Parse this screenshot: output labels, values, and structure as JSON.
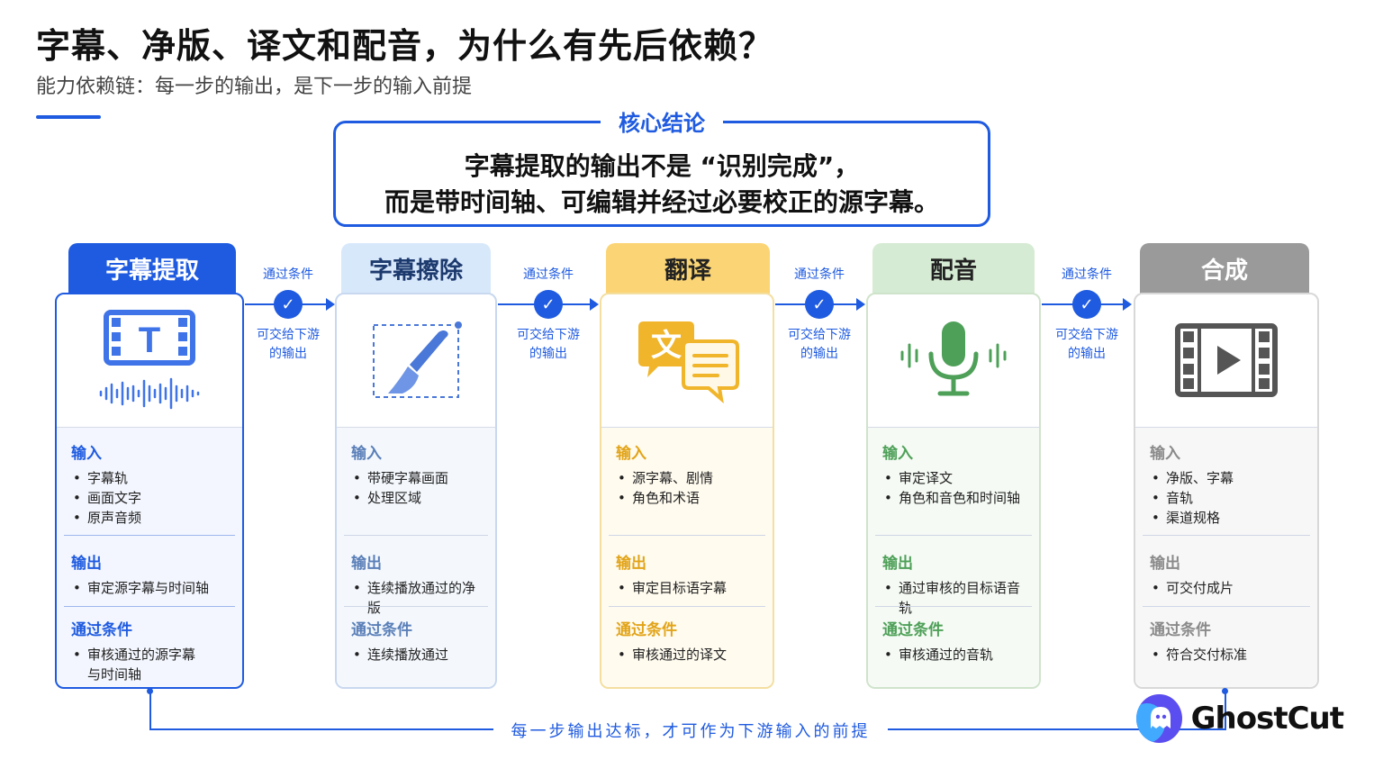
{
  "header": {
    "title": "字幕、净版、译文和配音，为什么有先后依赖？",
    "subtitle": "能力依赖链：每一步的输出，是下一步的输入前提"
  },
  "core": {
    "label": "核心结论",
    "line1": "字幕提取的输出不是 “识别完成”，",
    "line2": "而是带时间轴、可编辑并经过必要校正的源字幕。"
  },
  "stages": [
    {
      "title": "字幕提取",
      "icon": "subtitle-film-icon",
      "input_label": "输入",
      "inputs": [
        "字幕轨",
        "画面文字",
        "原声音频"
      ],
      "output_label": "输出",
      "outputs": [
        "审定源字幕与时间轴"
      ],
      "pass_label": "通过条件",
      "pass": [
        "审核通过的源字幕",
        "与时间轴"
      ]
    },
    {
      "title": "字幕擦除",
      "icon": "brush-erase-icon",
      "input_label": "输入",
      "inputs": [
        "带硬字幕画面",
        "处理区域"
      ],
      "output_label": "输出",
      "outputs": [
        "连续播放通过的净版"
      ],
      "pass_label": "通过条件",
      "pass": [
        "连续播放通过"
      ]
    },
    {
      "title": "翻译",
      "icon": "translate-chat-icon",
      "input_label": "输入",
      "inputs": [
        "源字幕、剧情",
        "角色和术语"
      ],
      "output_label": "输出",
      "outputs": [
        "审定目标语字幕"
      ],
      "pass_label": "通过条件",
      "pass": [
        "审核通过的译文"
      ]
    },
    {
      "title": "配音",
      "icon": "microphone-icon",
      "input_label": "输入",
      "inputs": [
        "审定译文",
        "角色和音色和时间轴"
      ],
      "output_label": "输出",
      "outputs": [
        "通过审核的目标语音轨"
      ],
      "pass_label": "通过条件",
      "pass": [
        "审核通过的音轨"
      ]
    },
    {
      "title": "合成",
      "icon": "video-play-icon",
      "input_label": "输入",
      "inputs": [
        "净版、字幕",
        "音轨",
        "渠道规格"
      ],
      "output_label": "输出",
      "outputs": [
        "可交付成片"
      ],
      "pass_label": "通过条件",
      "pass": [
        "符合交付标准"
      ]
    }
  ],
  "connectors": [
    {
      "top": "通过条件",
      "bottom1": "可交给下游",
      "bottom2": "的输出"
    },
    {
      "top": "通过条件",
      "bottom1": "可交给下游",
      "bottom2": "的输出"
    },
    {
      "top": "通过条件",
      "bottom1": "可交给下游",
      "bottom2": "的输出"
    },
    {
      "top": "通过条件",
      "bottom1": "可交给下游",
      "bottom2": "的输出"
    }
  ],
  "footer": {
    "loop_text": "每一步输出达标，才可作为下游输入的前提",
    "brand": "GhostCut"
  },
  "colors": {
    "accent": "#1f5be0",
    "stage1": "#1f5be0",
    "stage2": "#d8e8fb",
    "stage3": "#fbd575",
    "stage4": "#d6ebd3",
    "stage5": "#9a9a9a"
  }
}
